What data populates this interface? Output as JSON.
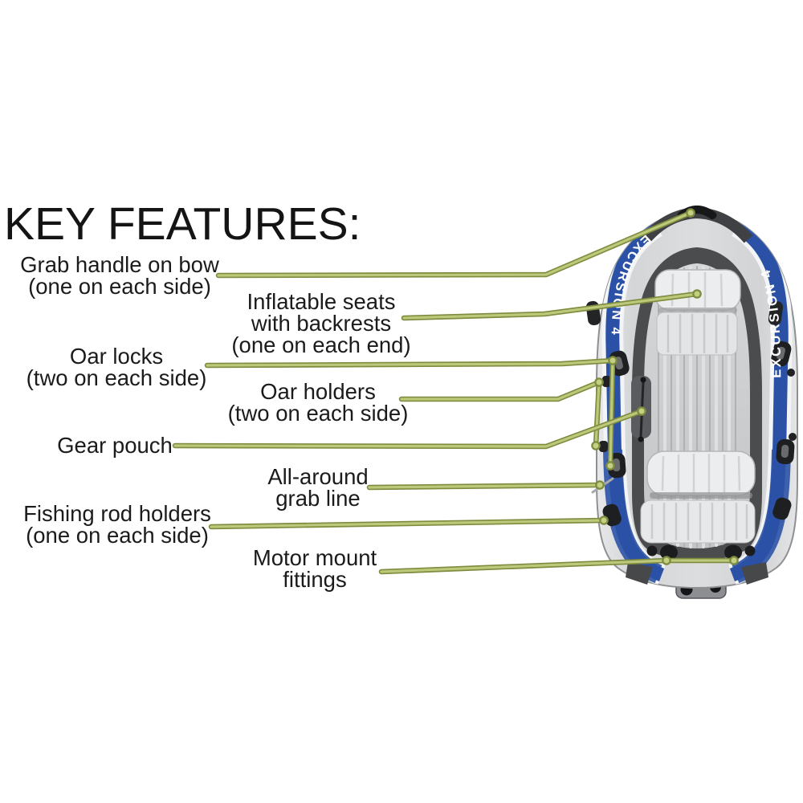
{
  "title": "KEY FEATURES:",
  "labels": {
    "grab_handle": {
      "line1": "Grab handle on bow",
      "line2": "(one on each side)"
    },
    "seats": {
      "line1": "Inflatable seats",
      "line2": "with backrests",
      "line3": "(one on each end)"
    },
    "oar_locks": {
      "line1": "Oar locks",
      "line2": "(two on each side)"
    },
    "oar_holders": {
      "line1": "Oar holders",
      "line2": "(two on each side)"
    },
    "gear_pouch": {
      "line1": "Gear pouch"
    },
    "grab_line": {
      "line1": "All-around",
      "line2": "grab line"
    },
    "fishing_rod": {
      "line1": "Fishing rod holders",
      "line2": "(one on each side)"
    },
    "motor_mount": {
      "line1": "Motor mount",
      "line2": "fittings"
    }
  },
  "boat": {
    "brand_left": "EXCURSION 4",
    "brand_right": "EXCURSION 4"
  },
  "colors": {
    "callout_line": "#bdc87a",
    "callout_edge": "#7d8c3f",
    "boat_blue": "#2a51a5",
    "boat_gray": "#d6d7d9",
    "fitting_black": "#1c1d1f",
    "text_black": "#1b1b1b",
    "background": "#ffffff"
  }
}
